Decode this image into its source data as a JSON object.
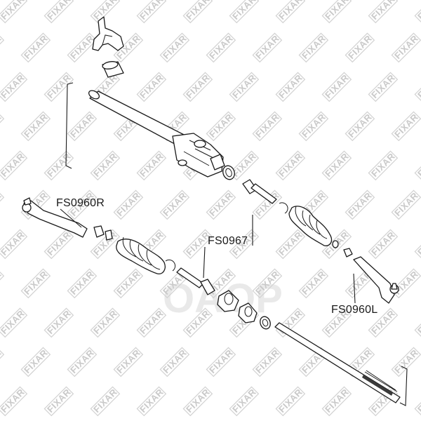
{
  "labels": {
    "tie_rod_end_right": "FS0960R",
    "inner_tie_rod": "FS0967",
    "tie_rod_end_left": "FS0960L"
  },
  "watermark": {
    "brand": "FIXAR",
    "background_mark": "OAOP"
  },
  "colors": {
    "line": "#1a1a1a",
    "watermark": "#c9c9c9"
  }
}
